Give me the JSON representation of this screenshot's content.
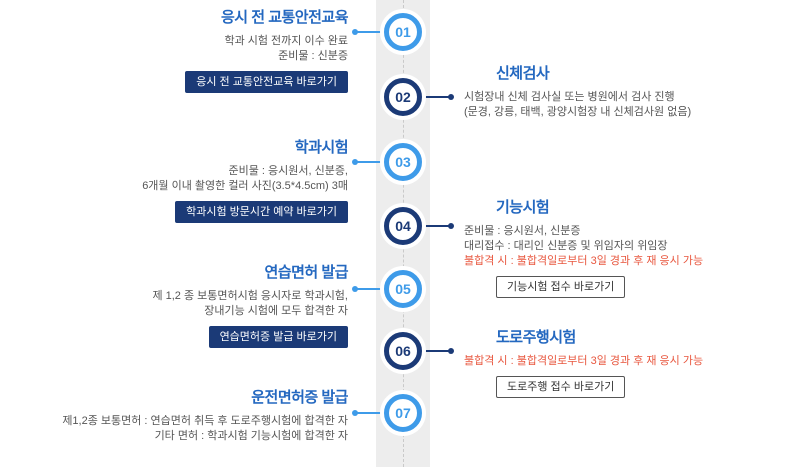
{
  "colors": {
    "accent_light_blue": "#3e9be9",
    "accent_navy": "#1b3a77",
    "title_blue": "#2468c0",
    "warning_red": "#e8573f",
    "track_gray": "#ededed"
  },
  "timeline": {
    "steps": [
      {
        "number": "01",
        "side": "left",
        "accent": "light",
        "title": "응시 전 교통안전교육",
        "lines": [
          "학과 시험 전까지 이수 완료",
          "준비물 : 신분증"
        ],
        "button": "응시 전 교통안전교육 바로가기",
        "button_style": "solid"
      },
      {
        "number": "02",
        "side": "right",
        "accent": "dark",
        "title": "신체검사",
        "lines": [
          "시험장내 신체 검사실 또는 병원에서 검사 진행",
          "(문경, 강릉, 태백, 광양시험장 내 신체검사원 없음)"
        ]
      },
      {
        "number": "03",
        "side": "left",
        "accent": "light",
        "title": "학과시험",
        "lines": [
          "준비물 : 응시원서, 신분증,",
          "6개월 이내 촬영한 컬러 사진(3.5*4.5cm) 3매"
        ],
        "button": "학과시험 방문시간 예약 바로가기",
        "button_style": "solid"
      },
      {
        "number": "04",
        "side": "right",
        "accent": "dark",
        "title": "기능시험",
        "lines": [
          "준비물 : 응시원서, 신분증",
          "대리접수 : 대리인 신분증 및 위임자의 위임장"
        ],
        "warning": "불합격 시 : 불합격일로부터 3일 경과 후 재 응시 가능",
        "button": "기능시험 접수 바로가기",
        "button_style": "outline"
      },
      {
        "number": "05",
        "side": "left",
        "accent": "light",
        "title": "연습면허 발급",
        "lines": [
          "제 1,2 종 보통면허시험 응시자로 학과시험,",
          "장내기능 시험에 모두 합격한 자"
        ],
        "button": "연습면허증 발급 바로가기",
        "button_style": "solid"
      },
      {
        "number": "06",
        "side": "right",
        "accent": "dark",
        "title": "도로주행시험",
        "warning": "불합격 시 : 불합격일로부터 3일 경과 후 재 응시 가능",
        "button": "도로주행 접수 바로가기",
        "button_style": "outline"
      },
      {
        "number": "07",
        "side": "left",
        "accent": "light",
        "title": "운전면허증 발급",
        "lines": [
          "제1,2종 보통면허 : 연습면허 취득 후 도로주행시험에 합격한 자",
          "기타 면허 : 학과시험 기능시험에 합격한 자"
        ]
      }
    ]
  }
}
